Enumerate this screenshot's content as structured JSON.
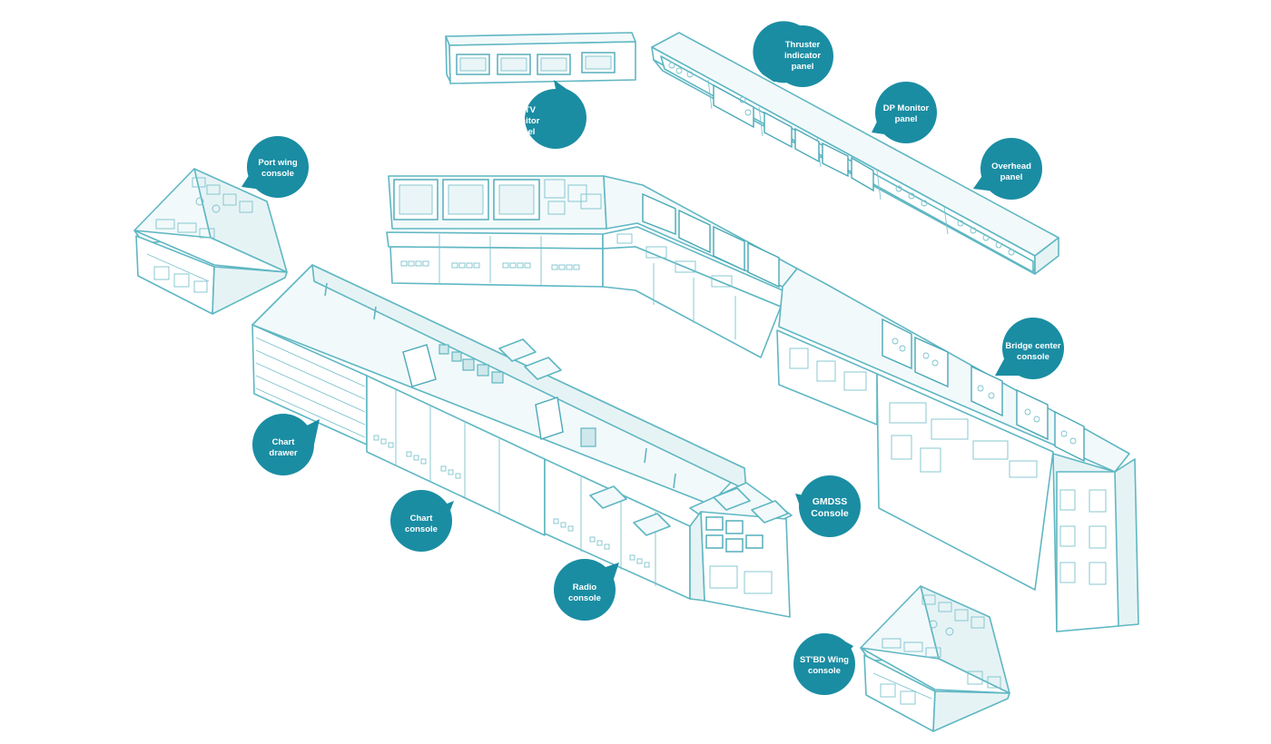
{
  "colors": {
    "line": "#5fb7c3",
    "callout": "#1a8da3",
    "callout_text": "#ffffff",
    "background": "#ffffff"
  },
  "callouts": {
    "cctv_monitor_panel": [
      "CCTV",
      "Monitor",
      "panel"
    ],
    "thruster_indicator_panel": [
      "Thruster",
      "indicator",
      "panel"
    ],
    "dp_monitor_panel": [
      "DP Monitor",
      "panel"
    ],
    "overhead_panel": [
      "Overhead",
      "panel"
    ],
    "port_wing_console": [
      "Port wing",
      "console"
    ],
    "bridge_center_console": [
      "Bridge center",
      "console"
    ],
    "chart_drawer": [
      "Chart",
      "drawer"
    ],
    "chart_console": [
      "Chart",
      "console"
    ],
    "gmdss_console": [
      "GMDSS",
      "Console"
    ],
    "radio_console": [
      "Radio",
      "console"
    ],
    "stbd_wing_console": [
      "ST'BD Wing",
      "console"
    ]
  }
}
